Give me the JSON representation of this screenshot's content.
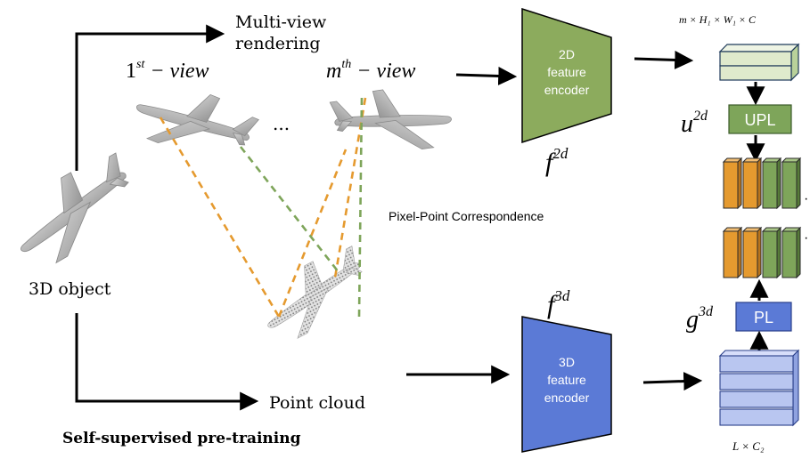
{
  "labels": {
    "multi_view_line1": "Multi-view",
    "multi_view_line2": "rendering",
    "first_view_base": "1",
    "first_view_sup": "st",
    "first_view_rest": " − view",
    "mth_view_base": "m",
    "mth_view_sup": "th",
    "mth_view_rest": " − view",
    "ellipsis": "...",
    "object_3d": "3D object",
    "point_cloud": "Point cloud",
    "pretraining": "Self-supervised pre-training",
    "correspondence": "Pixel-Point Correspondence"
  },
  "encoders": {
    "encoder_2d": {
      "line1": "2D",
      "line2": "feature",
      "line3": "encoder",
      "fn_base": "f",
      "fn_sup": "2d",
      "color": "#8cab5d"
    },
    "encoder_3d": {
      "line1": "3D",
      "line2": "feature",
      "line3": "encoder",
      "fn_base": "f",
      "fn_sup": "3d",
      "color": "#5b7ad6"
    }
  },
  "features": {
    "dims_2d": "m × H₁ × W₁ × C",
    "dims_3d": "L × C₂",
    "upl_label": "UPL",
    "upl_fn_base": "u",
    "upl_fn_sup": "2d",
    "pl_label": "PL",
    "pl_fn_base": "g",
    "pl_fn_sup": "3d",
    "colors": {
      "feat_2d_fill": "#dfeacc",
      "green": "#7ea55a",
      "orange": "#e59a2f",
      "blue_block": "#b9c6f0",
      "pl_fill": "#5b7ad6"
    }
  }
}
